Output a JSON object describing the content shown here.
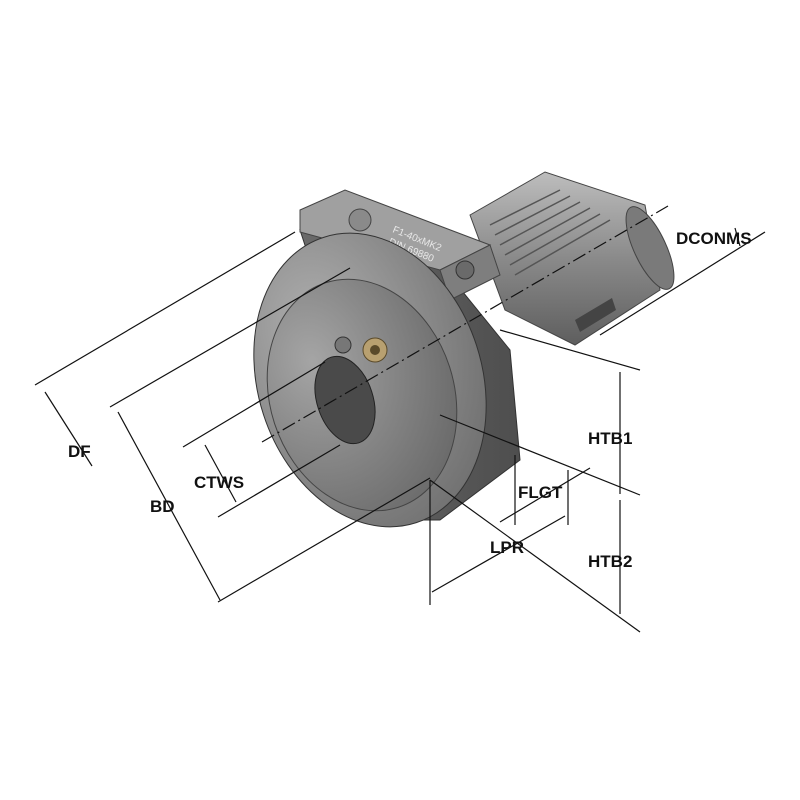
{
  "diagram": {
    "engraving": {
      "line1": "F1-40xMK2",
      "line2": "DIN 69880"
    },
    "labels": {
      "dconms": "DCONMS",
      "htb1": "HTB1",
      "htb2": "HTB2",
      "flgt": "FLGT",
      "lpr": "LPR",
      "df": "DF",
      "bd": "BD",
      "ctws": "CTWS"
    },
    "colors": {
      "body": "#8c8c8c",
      "line": "#111111",
      "nut": "#b8a070"
    }
  }
}
